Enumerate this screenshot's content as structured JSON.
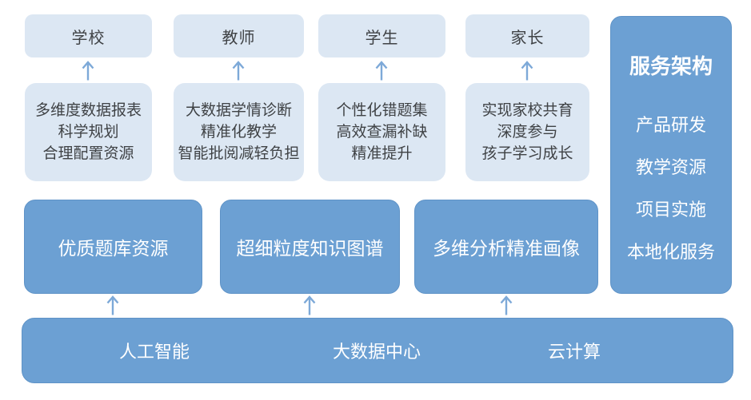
{
  "stakeholders": [
    {
      "label": "学校",
      "lines": [
        "多维度数据报表",
        "科学规划",
        "合理配置资源"
      ]
    },
    {
      "label": "教师",
      "lines": [
        "大数据学情诊断",
        "精准化教学",
        "智能批阅减轻负担"
      ]
    },
    {
      "label": "学生",
      "lines": [
        "个性化错题集",
        "高效查漏补缺",
        "精准提升"
      ]
    },
    {
      "label": "家长",
      "lines": [
        "实现家校共育",
        "深度参与",
        "孩子学习成长"
      ]
    }
  ],
  "capabilities": [
    "优质题库资源",
    "超细粒度知识图谱",
    "多维分析精准画像"
  ],
  "foundations": [
    "人工智能",
    "大数据中心",
    "云计算"
  ],
  "service_panel": {
    "title": "服务架构",
    "items": [
      "产品研发",
      "教学资源",
      "项目实施",
      "本地化服务"
    ]
  },
  "colors": {
    "light_box": "#dce7f3",
    "blue_box": "#6ca0d3",
    "blue_box_border": "#5f93c7",
    "arrow": "#7da9d8",
    "dark_text": "#3f4245",
    "light_text": "#ffffff",
    "background": "#ffffff"
  }
}
